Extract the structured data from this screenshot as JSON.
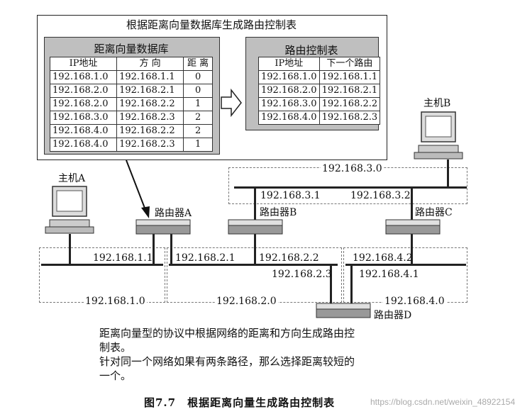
{
  "figure": {
    "outer_title": "根据距离向量数据库生成路由控制表",
    "distance_db": {
      "title": "距离向量数据库",
      "headers": [
        "IP地址",
        "方 向",
        "距 离"
      ],
      "rows": [
        [
          "192.168.1.0",
          "192.168.1.1",
          "0"
        ],
        [
          "192.168.2.0",
          "192.168.2.1",
          "0"
        ],
        [
          "192.168.2.0",
          "192.168.2.2",
          "1"
        ],
        [
          "192.168.3.0",
          "192.168.2.3",
          "2"
        ],
        [
          "192.168.4.0",
          "192.168.2.2",
          "2"
        ],
        [
          "192.168.4.0",
          "192.168.2.3",
          "1"
        ]
      ]
    },
    "routing_table": {
      "title": "路由控制表",
      "headers": [
        "IP地址",
        "下一个路由"
      ],
      "rows": [
        [
          "192.168.1.0",
          "192.168.1.1"
        ],
        [
          "192.168.2.0",
          "192.168.2.1"
        ],
        [
          "192.168.3.0",
          "192.168.2.2"
        ],
        [
          "192.168.4.0",
          "192.168.2.3"
        ]
      ]
    },
    "hosts": {
      "a": "主机A",
      "b": "主机B"
    },
    "routers": {
      "a": "路由器A",
      "b": "路由器B",
      "c": "路由器C",
      "d": "路由器D"
    },
    "networks": {
      "n1": "192.168.1.0",
      "n2": "192.168.2.0",
      "n3": "192.168.3.0",
      "n4": "192.168.4.0"
    },
    "interfaces": {
      "a1": "192.168.1.1",
      "a2": "192.168.2.1",
      "b2": "192.168.2.2",
      "b3": "192.168.3.1",
      "c3": "192.168.3.2",
      "c4": "192.168.4.2",
      "d2": "192.168.2.3",
      "d4": "192.168.4.1"
    },
    "caption": {
      "line1": "距离向量型的协议中根据网络的距离和方向生成路由控",
      "line2": "制表。",
      "line3": "针对同一个网络如果有两条路径，那么选择距离较短的",
      "line4": "一个。"
    },
    "figure_label": "图7.7　根据距离向量生成路由控制表",
    "watermark": "https://blog.csdn.net/weixin_48922154"
  }
}
